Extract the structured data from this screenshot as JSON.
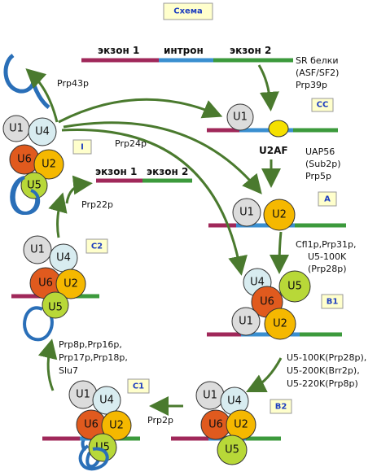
{
  "title": "Схема",
  "exon1": "экзон 1",
  "intron": "интрон",
  "exon2": "экзон 2",
  "labels": {
    "sr_proteins": "SR белки",
    "asf": "(ASF/SF2)",
    "prp39p": "Prp39p",
    "prp43p": "Prp43p",
    "prp24p": "Prp24p",
    "prp22p": "Prp22p",
    "u2af": "U2AF",
    "uap56": "UAP56",
    "sub2p": "(Sub2p)",
    "prp5p": "Prp5p",
    "cfl1p": "Cfl1p,Prp31p,",
    "u5100k": "U5-100K",
    "prp28p": "(Prp28p)",
    "u5100k2": "U5-100K(Prp28p),",
    "u5200k": "U5-200K(Brr2p),",
    "u5220k": "U5-220K(Prp8p)",
    "prp8p": "Prp8p,Prp16p,",
    "prp17p": "Prp17p,Prp18p,",
    "slu7": "Slu7",
    "prp2p": "Prp2p"
  },
  "complexes": {
    "cc": "CC",
    "a": "A",
    "b1": "B1",
    "b2": "B2",
    "c1": "C1",
    "c2": "C2",
    "i": "I"
  },
  "snrnp": {
    "u1": "U1",
    "u2": "U2",
    "u4": "U4",
    "u5": "U5",
    "u6": "U6"
  },
  "colors": {
    "exon1": "#a0285a",
    "intron": "#3a8fd0",
    "exon2": "#3c9a3c",
    "u1": "#dcdcdc",
    "u2": "#f5b800",
    "u4": "#d8ecf0",
    "u5": "#b8d838",
    "u6": "#e05a1e",
    "arrow": "#4a7a2e",
    "rna": "#2a6fb8"
  }
}
